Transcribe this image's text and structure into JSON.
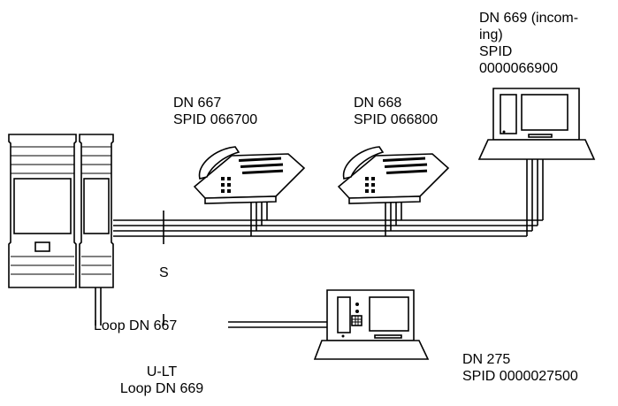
{
  "labels": {
    "set1": {
      "line1": "DN 667",
      "line2": "SPID 066700"
    },
    "set2": {
      "line1": "DN 668",
      "line2": "SPID 066800"
    },
    "terminal_top": {
      "line1": "DN 669 (incom-",
      "line2": "ing)",
      "line3": "SPID",
      "line4": "0000066900"
    },
    "s_point": "S",
    "loop_dn": "Loop DN 667",
    "terminal_bottom": {
      "line1": "DN 275",
      "line2": "SPID 0000027500"
    },
    "ult": {
      "line1": "U-LT",
      "line2": "Loop DN 669"
    }
  }
}
